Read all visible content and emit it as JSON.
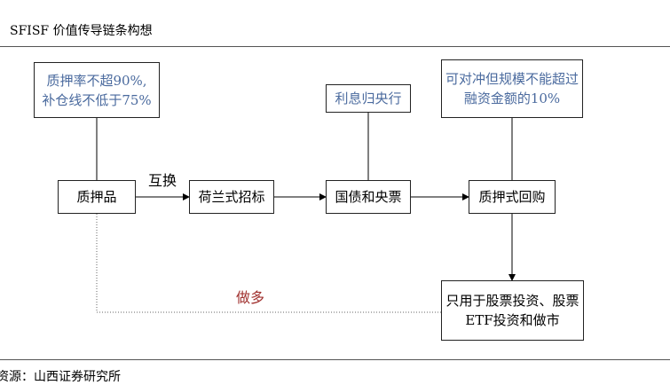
{
  "title": "SFISF 价值传导链条构想",
  "source": "资源：山西证券研究所",
  "labels": {
    "exchange": "互换",
    "long": "做多"
  },
  "boxes": {
    "pledge_condition": [
      "质押率不超90%,",
      "补仓线不低于75%"
    ],
    "collateral": "质押品",
    "dutch_auction": "荷兰式招标",
    "interest_central": "利息归央行",
    "bonds_bills": "国债和央票",
    "hedge_limit": [
      "可对冲但规模不能超过",
      "融资金额的10%"
    ],
    "repo": "质押式回购",
    "usage": [
      "只用于股票投资、股票",
      "ETF投资和做市"
    ]
  },
  "colors": {
    "note_text": "#4a6a9e",
    "long_label": "#a0312f",
    "line": "#000000"
  }
}
